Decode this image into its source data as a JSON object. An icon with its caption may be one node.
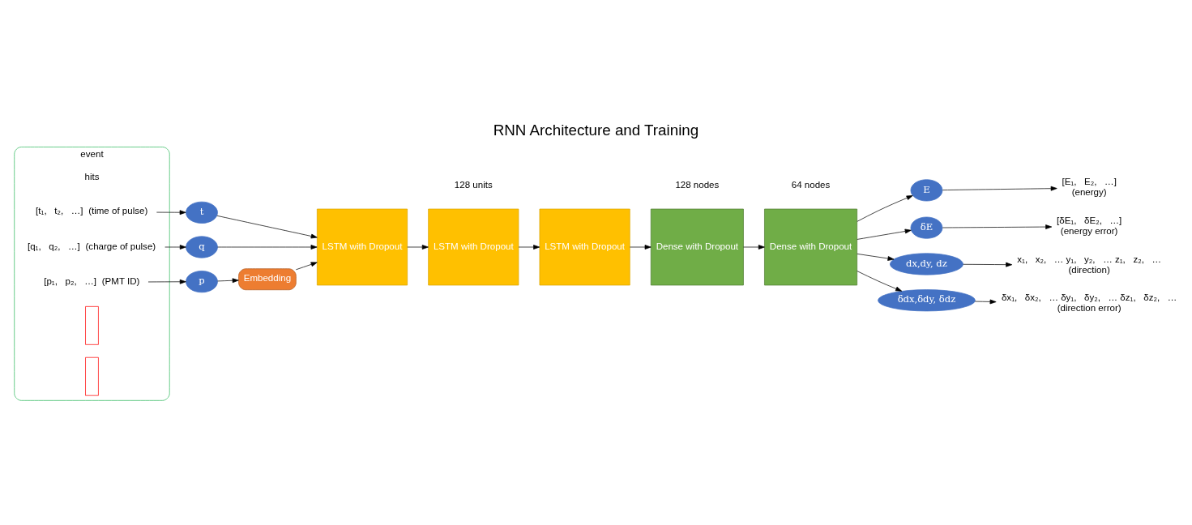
{
  "diagram": {
    "title": "RNN Architecture and Training",
    "nodes": [
      {
        "text": [
          "event"
        ]
      },
      {
        "text": [
          "[t₁,   t₂,   …]"
        ],
        "in": 0,
        "beside": [
          "(time of pulse)"
        ]
      },
      {
        "text": [
          "[q₁,   q₂,   …]"
        ],
        "in": 0,
        "beside": [
          "(charge of pulse)"
        ]
      },
      {
        "text": [
          "[p₁,   p₂,   …]"
        ],
        "in": 0,
        "beside": [
          "(PMT ID)"
        ]
      },
      {
        "text": [],
        "shape": "box",
        "in": 0
      },
      {
        "text": [],
        "shape": "box",
        "in": 0
      },
      {
        "text": [
          "t"
        ]
      },
      {
        "text": [
          "q"
        ]
      },
      {
        "text": [
          "p"
        ]
      },
      {
        "text": [
          "Embedding"
        ]
      },
      {
        "text": [
          "LSTM with Dropout"
        ]
      },
      {
        "text": [
          "LSTM with Dropout"
        ]
      },
      {
        "text": [
          "LSTM with Dropout"
        ]
      },
      {
        "text": [
          "Dense with Dropout"
        ]
      },
      {
        "text": [
          "Dense with Dropout"
        ]
      },
      {
        "text": [
          "E"
        ]
      },
      {
        "text": [
          "δE"
        ]
      },
      {
        "text": [
          "dx,dy, dz"
        ]
      },
      {
        "text": [
          "δdx,δdy, δdz"
        ]
      },
      {
        "text": [
          "[E₁,   E₂,   …]",
          "(energy)"
        ]
      },
      {
        "text": [
          "[δE₁,   δE₂,   …]",
          "(energy error)"
        ]
      },
      {
        "text": [
          "x₁,   x₂,   … y₁,   y₂,   … z₁,   z₂,   …",
          "(direction)"
        ]
      },
      {
        "text": [
          "δx₁,   δx₂,   … δy₁,   δy₂,   … δz₁,   δz₂,   …",
          "(direction error)"
        ]
      }
    ],
    "edges": [
      {
        "from": 1,
        "to": 6,
        "arrow": "to"
      },
      {
        "from": 2,
        "to": 7,
        "arrow": "to"
      },
      {
        "from": 3,
        "to": 8,
        "arrow": "to"
      },
      {
        "from": 6,
        "to": 10,
        "arrow": "to"
      },
      {
        "from": 7,
        "to": 10,
        "arrow": "to"
      },
      {
        "from": 8,
        "to": 9,
        "arrow": "to"
      },
      {
        "from": 9,
        "to": 10,
        "arrow": "to"
      },
      {
        "from": 10,
        "to": 11,
        "arrow": "to"
      },
      {
        "from": 11,
        "to": 12,
        "arrow": "to"
      },
      {
        "from": 12,
        "to": 13,
        "arrow": "to"
      },
      {
        "from": 13,
        "to": 14,
        "arrow": "to"
      },
      {
        "from": 14,
        "to": 15,
        "arrow": "to"
      },
      {
        "from": 14,
        "to": 16,
        "arrow": "to"
      },
      {
        "from": 14,
        "to": 17,
        "arrow": "to"
      },
      {
        "from": 14,
        "to": 18,
        "arrow": "to"
      },
      {
        "from": 15,
        "to": 19,
        "arrow": "to"
      },
      {
        "from": 16,
        "to": 20,
        "arrow": "to"
      },
      {
        "from": 17,
        "to": 21,
        "arrow": "to"
      },
      {
        "from": 18,
        "to": 22,
        "arrow": "to"
      }
    ],
    "labels": [
      "hits",
      "128 units",
      "128 nodes",
      "64 nodes"
    ]
  }
}
